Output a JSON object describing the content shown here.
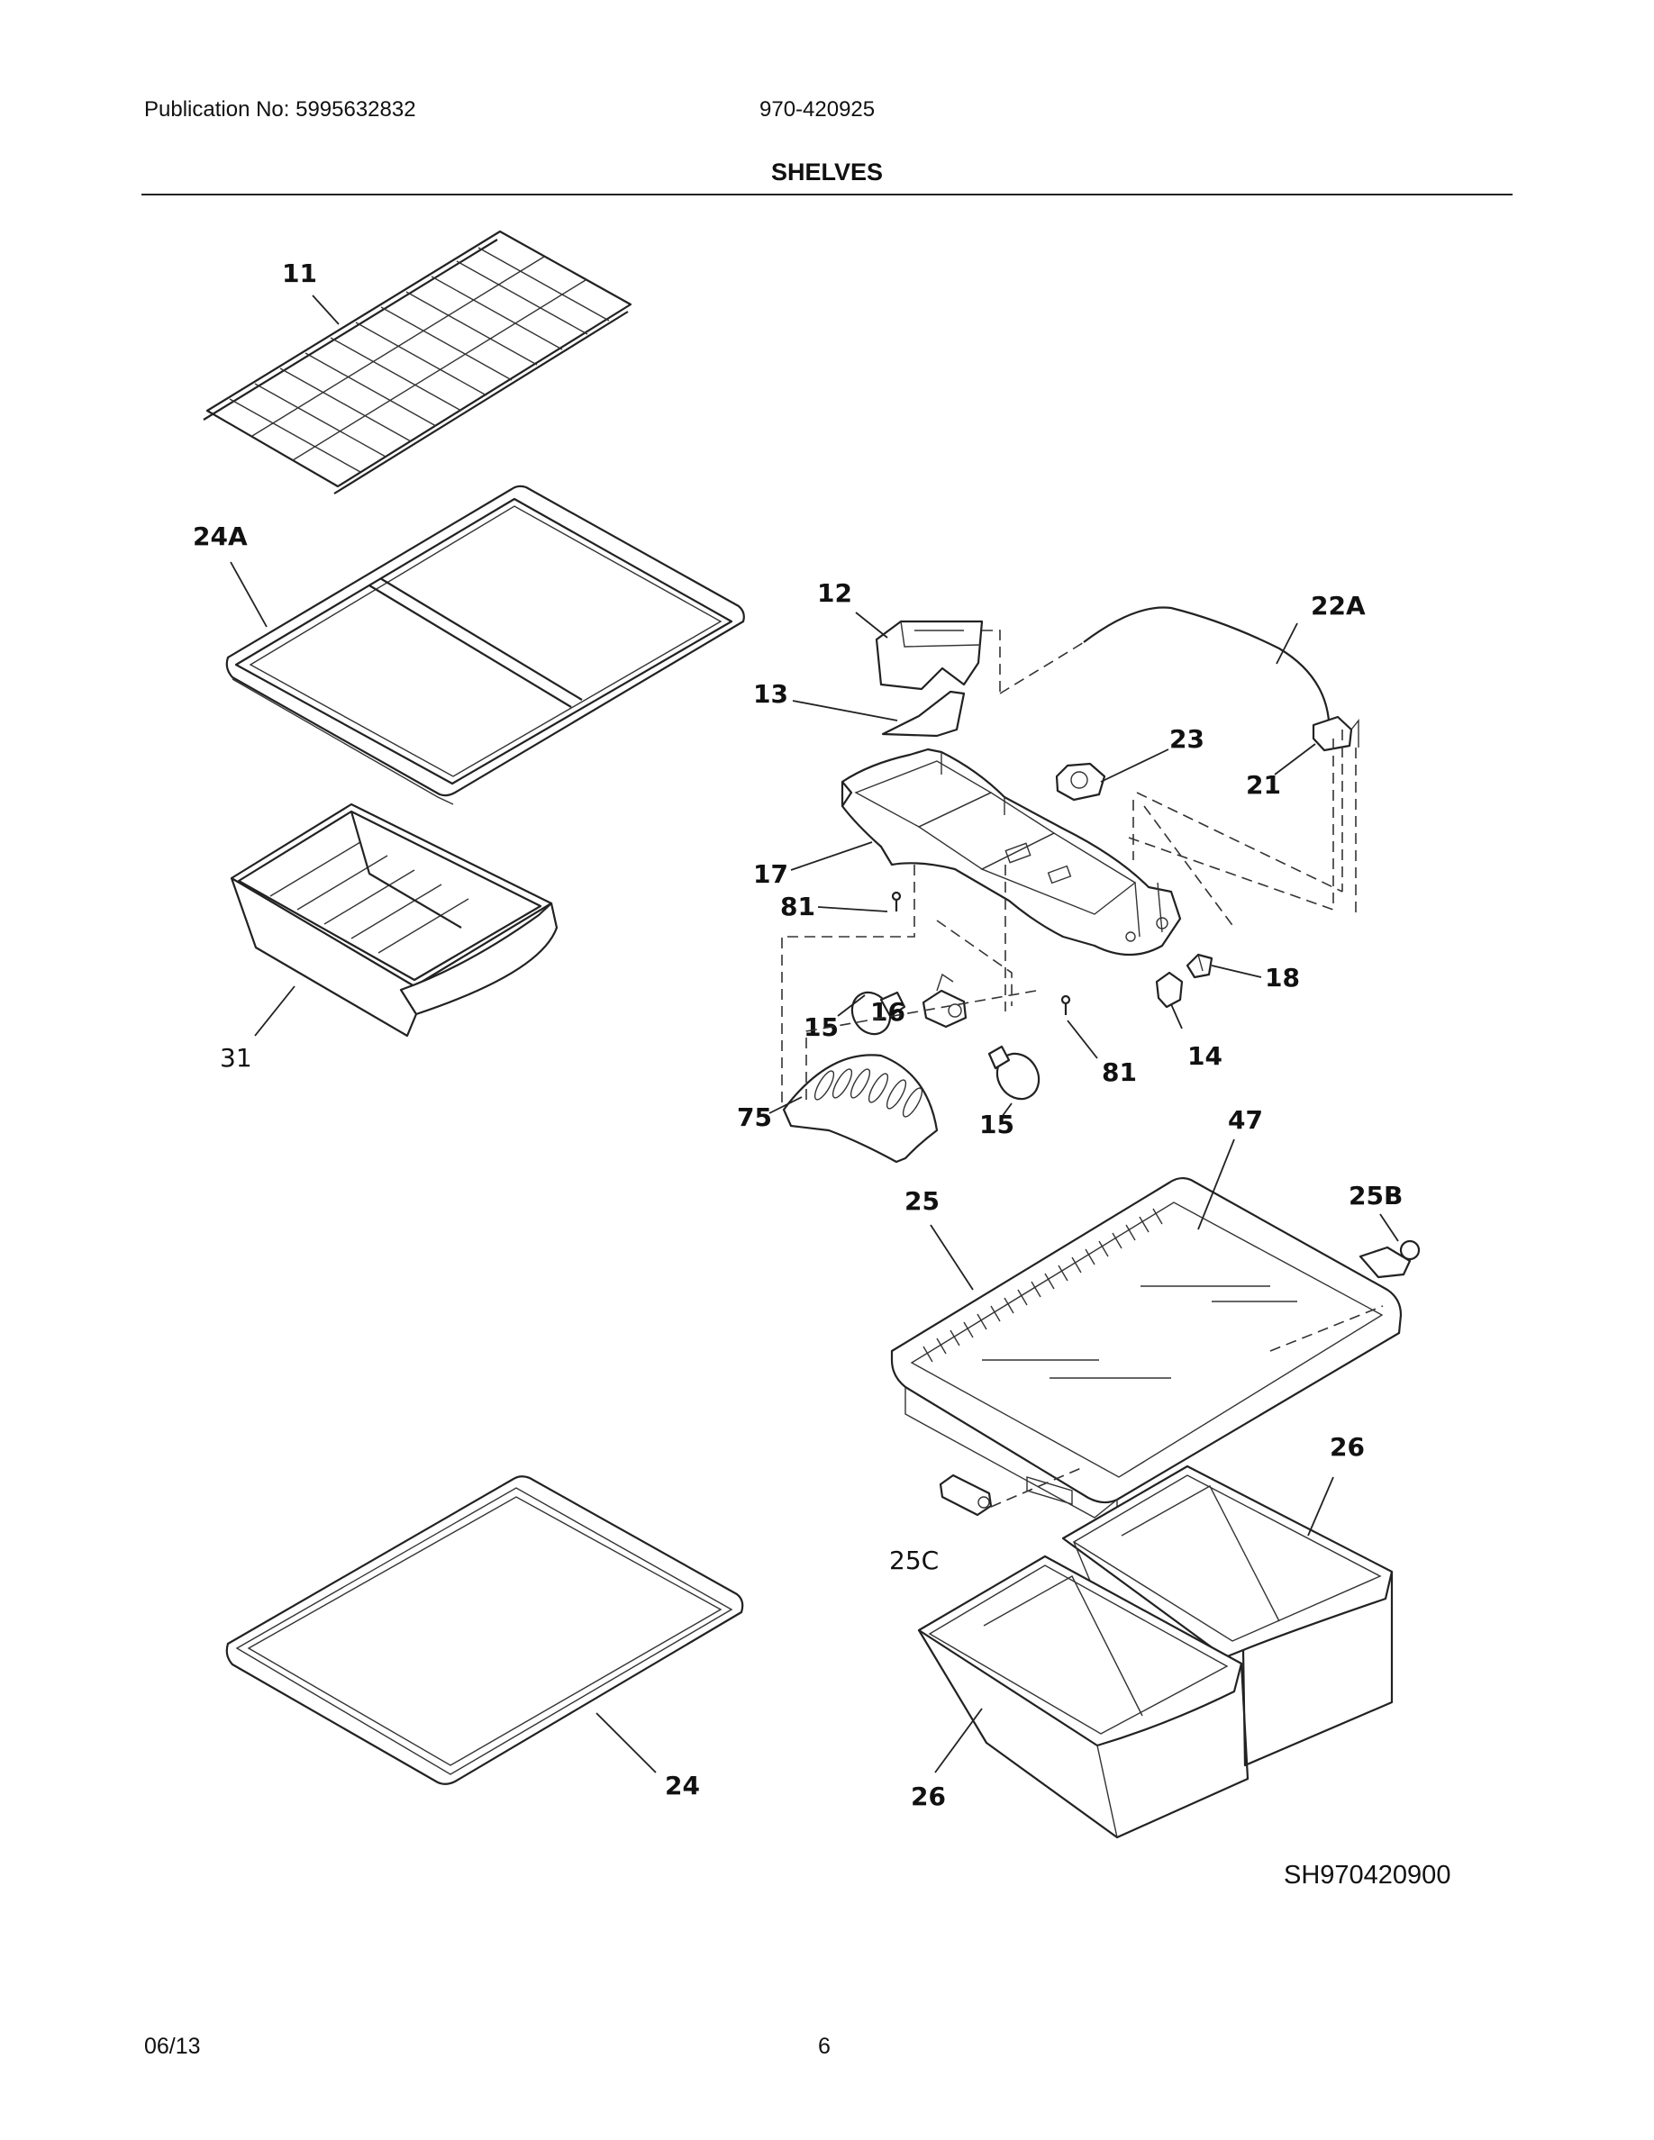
{
  "header": {
    "publication": "Publication No: 5995632832",
    "model": "970-420925",
    "title": "SHELVES"
  },
  "diagram": {
    "callouts": {
      "c11": "11",
      "c24A": "24A",
      "c31": "31",
      "c12": "12",
      "c13": "13",
      "c22A": "22A",
      "c23": "23",
      "c21": "21",
      "c17": "17",
      "c81a": "81",
      "c18": "18",
      "c15a": "15",
      "c16": "16",
      "c14": "14",
      "c81b": "81",
      "c75": "75",
      "c15b": "15",
      "c47": "47",
      "c25": "25",
      "c25B": "25B",
      "c26a": "26",
      "c25C": "25C",
      "c24": "24",
      "c26b": "26"
    },
    "drawing_code": "SH970420900"
  },
  "footer": {
    "date": "06/13",
    "page": "6"
  }
}
